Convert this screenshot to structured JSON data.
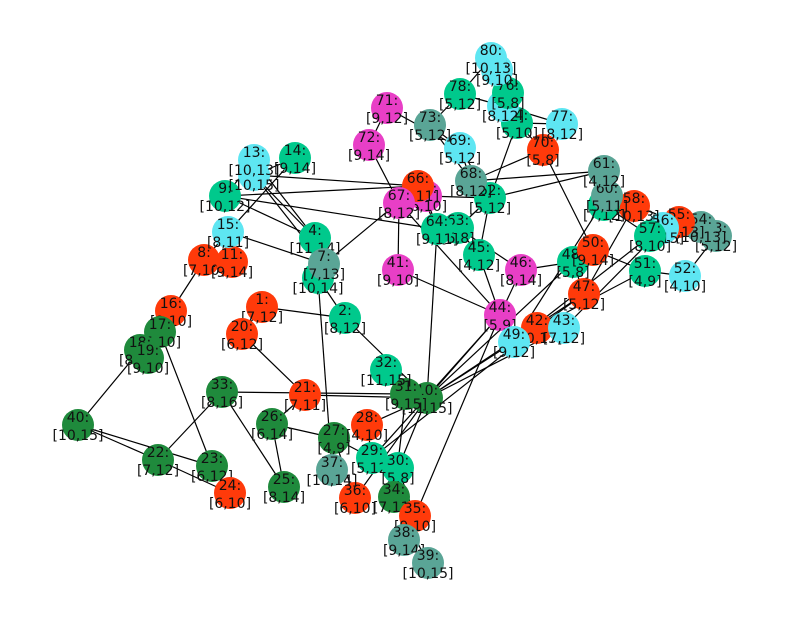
{
  "colors": {
    "red": "#ff3a0a",
    "pink": "#e83fc6",
    "cyan": "#5ee6f2",
    "mint": "#00c98c",
    "teal": "#5aa596",
    "green": "#1f8a3c"
  },
  "nodes": [
    {
      "id": 1,
      "label": "1:",
      "range": "[7,12]",
      "color": "red"
    },
    {
      "id": 2,
      "label": "2:",
      "range": "[8,12]",
      "color": "mint"
    },
    {
      "id": 4,
      "label": "4:",
      "range": "[11,14]",
      "color": "mint"
    },
    {
      "id": 6,
      "label": "6:",
      "range": "[10,14]",
      "color": "mint"
    },
    {
      "id": 7,
      "label": "7:",
      "range": "[7,13]",
      "color": "teal"
    },
    {
      "id": 8,
      "label": "8:",
      "range": "[7,10]",
      "color": "red"
    },
    {
      "id": 9,
      "label": "9:",
      "range": "[10,12]",
      "color": "mint"
    },
    {
      "id": 10,
      "label": "10:",
      "range": "[11,15]",
      "color": "green"
    },
    {
      "id": 11,
      "label": "11:",
      "range": "[9,14]",
      "color": "red"
    },
    {
      "id": 12,
      "label": "12:",
      "range": "[10,15]",
      "color": "cyan"
    },
    {
      "id": 13,
      "label": "13:",
      "range": "[10,13]",
      "color": "cyan"
    },
    {
      "id": 14,
      "label": "14:",
      "range": "[9,14]",
      "color": "mint"
    },
    {
      "id": 15,
      "label": "15:",
      "range": "[8,11]",
      "color": "cyan"
    },
    {
      "id": 16,
      "label": "16:",
      "range": "[9,10]",
      "color": "red"
    },
    {
      "id": 17,
      "label": "17:",
      "range": "[5,10]",
      "color": "green"
    },
    {
      "id": 18,
      "label": "18:",
      "range": "[8,12]",
      "color": "green"
    },
    {
      "id": 19,
      "label": "19:",
      "range": "[9,10]",
      "color": "green"
    },
    {
      "id": 20,
      "label": "20:",
      "range": "[6,12]",
      "color": "red"
    },
    {
      "id": 21,
      "label": "21:",
      "range": "[7,11]",
      "color": "red"
    },
    {
      "id": 22,
      "label": "22:",
      "range": "[7,12]",
      "color": "green"
    },
    {
      "id": 23,
      "label": "23:",
      "range": "[6,12]",
      "color": "green"
    },
    {
      "id": 24,
      "label": "24:",
      "range": "[6,10]",
      "color": "red"
    },
    {
      "id": 25,
      "label": "25:",
      "range": "[8,14]",
      "color": "green"
    },
    {
      "id": 26,
      "label": "26:",
      "range": "[6,14]",
      "color": "green"
    },
    {
      "id": 27,
      "label": "27:",
      "range": "[4,9]",
      "color": "green"
    },
    {
      "id": 28,
      "label": "28:",
      "range": "[4,10]",
      "color": "red"
    },
    {
      "id": 29,
      "label": "29:",
      "range": "[5,12]",
      "color": "mint"
    },
    {
      "id": 30,
      "label": "30:",
      "range": "[5,8]",
      "color": "mint"
    },
    {
      "id": 31,
      "label": "31:",
      "range": "[9,15]",
      "color": "green"
    },
    {
      "id": 32,
      "label": "32:",
      "range": "[11,15]",
      "color": "mint"
    },
    {
      "id": 33,
      "label": "33:",
      "range": "[8,16]",
      "color": "green"
    },
    {
      "id": 34,
      "label": "34:",
      "range": "[7,11]",
      "color": "green"
    },
    {
      "id": 35,
      "label": "35:",
      "range": "[9,10]",
      "color": "red"
    },
    {
      "id": 36,
      "label": "36:",
      "range": "[6,10]",
      "color": "red"
    },
    {
      "id": 37,
      "label": "37:",
      "range": "[10,14]",
      "color": "teal"
    },
    {
      "id": 38,
      "label": "38:",
      "range": "[9,14]",
      "color": "teal"
    },
    {
      "id": 39,
      "label": "39:",
      "range": "[10,15]",
      "color": "teal"
    },
    {
      "id": 40,
      "label": "40:",
      "range": "[10,15]",
      "color": "green"
    },
    {
      "id": 41,
      "label": "41:",
      "range": "[9,10]",
      "color": "pink"
    },
    {
      "id": 42,
      "label": "42:",
      "range": "[10,13]",
      "color": "red"
    },
    {
      "id": 43,
      "label": "43:",
      "range": "[7,12]",
      "color": "cyan"
    },
    {
      "id": 44,
      "label": "44:",
      "range": "[5,9]",
      "color": "pink"
    },
    {
      "id": 45,
      "label": "45:",
      "range": "[4,12]",
      "color": "mint"
    },
    {
      "id": 46,
      "label": "46:",
      "range": "[8,14]",
      "color": "pink"
    },
    {
      "id": 47,
      "label": "47:",
      "range": "[5,12]",
      "color": "red"
    },
    {
      "id": 48,
      "label": "48:",
      "range": "[5,8]",
      "color": "mint"
    },
    {
      "id": 49,
      "label": "49:",
      "range": "[9,12]",
      "color": "cyan"
    },
    {
      "id": 50,
      "label": "50:",
      "range": "[9,14]",
      "color": "red"
    },
    {
      "id": 51,
      "label": "51:",
      "range": "[4,9]",
      "color": "mint"
    },
    {
      "id": 52,
      "label": "52:",
      "range": "[4,10]",
      "color": "cyan"
    },
    {
      "id": 53,
      "label": "53:",
      "range": "[5,12]",
      "color": "teal"
    },
    {
      "id": 54,
      "label": "54:",
      "range": "[10,13]",
      "color": "teal"
    },
    {
      "id": 55,
      "label": "55:",
      "range": "[10,13]",
      "color": "red"
    },
    {
      "id": 56,
      "label": "56:",
      "range": "[9,15]",
      "color": "cyan"
    },
    {
      "id": 57,
      "label": "57:",
      "range": "[8,10]",
      "color": "mint"
    },
    {
      "id": 58,
      "label": "58:",
      "range": "[10,13]",
      "color": "red"
    },
    {
      "id": 59,
      "label": "59:",
      "range": "[7,12]",
      "color": "mint"
    },
    {
      "id": 60,
      "label": "60:",
      "range": "[5,11]",
      "color": "teal"
    },
    {
      "id": 61,
      "label": "61:",
      "range": "[4,12]",
      "color": "teal"
    },
    {
      "id": 62,
      "label": "62:",
      "range": "[5,12]",
      "color": "mint"
    },
    {
      "id": 63,
      "label": "63:",
      "range": "[5,8]",
      "color": "mint"
    },
    {
      "id": 64,
      "label": "64:",
      "range": "[9,11]",
      "color": "mint"
    },
    {
      "id": 65,
      "label": "65:",
      "range": "[6,10]",
      "color": "pink"
    },
    {
      "id": 66,
      "label": "66:",
      "range": "[5,11]",
      "color": "red"
    },
    {
      "id": 67,
      "label": "67:",
      "range": "[8,12]",
      "color": "pink"
    },
    {
      "id": 68,
      "label": "68:",
      "range": "[8,12]",
      "color": "teal"
    },
    {
      "id": 69,
      "label": "69:",
      "range": "[5,12]",
      "color": "cyan"
    },
    {
      "id": 70,
      "label": "70:",
      "range": "[5,8]",
      "color": "red"
    },
    {
      "id": 71,
      "label": "71:",
      "range": "[9,12]",
      "color": "pink"
    },
    {
      "id": 72,
      "label": "72:",
      "range": "[9,14]",
      "color": "pink"
    },
    {
      "id": 73,
      "label": "73:",
      "range": "[5,12]",
      "color": "teal"
    },
    {
      "id": 74,
      "label": "74:",
      "range": "[5,10]",
      "color": "mint"
    },
    {
      "id": 75,
      "label": "75:",
      "range": "[8,12]",
      "color": "cyan"
    },
    {
      "id": 76,
      "label": "76:",
      "range": "[5,8]",
      "color": "mint"
    },
    {
      "id": 77,
      "label": "77:",
      "range": "[8,12]",
      "color": "cyan"
    },
    {
      "id": 78,
      "label": "78:",
      "range": "[5,12]",
      "color": "mint"
    },
    {
      "id": 79,
      "label": "79:",
      "range": "[9,10]",
      "color": "cyan"
    },
    {
      "id": 80,
      "label": "80:",
      "range": "[10,13]",
      "color": "cyan"
    }
  ],
  "edges": [
    [
      40,
      18
    ],
    [
      40,
      22
    ],
    [
      40,
      23
    ],
    [
      18,
      16
    ],
    [
      18,
      17
    ],
    [
      19,
      17
    ],
    [
      16,
      8
    ],
    [
      17,
      23
    ],
    [
      22,
      33
    ],
    [
      33,
      31
    ],
    [
      33,
      25
    ],
    [
      23,
      24
    ],
    [
      24,
      22
    ],
    [
      26,
      25
    ],
    [
      26,
      21
    ],
    [
      26,
      27
    ],
    [
      21,
      20
    ],
    [
      21,
      10
    ],
    [
      20,
      1
    ],
    [
      1,
      2
    ],
    [
      2,
      10
    ],
    [
      2,
      6
    ],
    [
      6,
      7
    ],
    [
      6,
      4
    ],
    [
      7,
      15
    ],
    [
      7,
      66
    ],
    [
      7,
      12
    ],
    [
      4,
      13
    ],
    [
      4,
      12
    ],
    [
      4,
      9
    ],
    [
      15,
      8
    ],
    [
      15,
      14
    ],
    [
      15,
      11
    ],
    [
      9,
      13
    ],
    [
      14,
      12
    ],
    [
      13,
      12
    ],
    [
      11,
      8
    ],
    [
      36,
      27
    ],
    [
      37,
      27
    ],
    [
      37,
      6
    ],
    [
      34,
      30
    ],
    [
      35,
      30
    ],
    [
      35,
      44
    ],
    [
      36,
      10
    ],
    [
      34,
      31
    ],
    [
      38,
      35
    ],
    [
      39,
      34
    ],
    [
      38,
      39
    ],
    [
      29,
      28
    ],
    [
      29,
      42
    ],
    [
      29,
      44
    ],
    [
      28,
      10
    ],
    [
      27,
      29
    ],
    [
      30,
      10
    ],
    [
      31,
      32
    ],
    [
      32,
      10
    ],
    [
      10,
      44
    ],
    [
      10,
      49
    ],
    [
      10,
      43
    ],
    [
      10,
      47
    ],
    [
      10,
      48
    ],
    [
      10,
      64
    ],
    [
      44,
      41
    ],
    [
      44,
      67
    ],
    [
      44,
      45
    ],
    [
      44,
      46
    ],
    [
      41,
      67
    ],
    [
      46,
      48
    ],
    [
      46,
      63
    ],
    [
      45,
      63
    ],
    [
      45,
      62
    ],
    [
      63,
      64
    ],
    [
      64,
      66
    ],
    [
      66,
      65
    ],
    [
      67,
      65
    ],
    [
      67,
      72
    ],
    [
      72,
      71
    ],
    [
      71,
      69
    ],
    [
      69,
      73
    ],
    [
      73,
      78
    ],
    [
      78,
      80
    ],
    [
      78,
      75
    ],
    [
      80,
      79
    ],
    [
      79,
      76
    ],
    [
      76,
      75
    ],
    [
      75,
      77
    ],
    [
      77,
      74
    ],
    [
      74,
      70
    ],
    [
      70,
      50
    ],
    [
      70,
      68
    ],
    [
      69,
      62
    ],
    [
      69,
      68
    ],
    [
      62,
      61
    ],
    [
      68,
      61
    ],
    [
      61,
      60
    ],
    [
      60,
      58
    ],
    [
      58,
      59
    ],
    [
      58,
      55
    ],
    [
      59,
      57
    ],
    [
      57,
      56
    ],
    [
      56,
      55
    ],
    [
      55,
      54
    ],
    [
      54,
      53
    ],
    [
      53,
      52
    ],
    [
      51,
      52
    ],
    [
      51,
      50
    ],
    [
      50,
      48
    ],
    [
      48,
      47
    ],
    [
      47,
      42
    ],
    [
      42,
      43
    ],
    [
      43,
      56
    ],
    [
      42,
      51
    ],
    [
      49,
      57
    ],
    [
      49,
      60
    ],
    [
      47,
      58
    ],
    [
      65,
      64
    ],
    [
      66,
      9
    ],
    [
      9,
      64
    ],
    [
      12,
      66
    ],
    [
      73,
      68
    ],
    [
      74,
      62
    ],
    [
      75,
      76
    ],
    [
      76,
      74
    ],
    [
      62,
      63
    ],
    [
      65,
      62
    ]
  ]
}
